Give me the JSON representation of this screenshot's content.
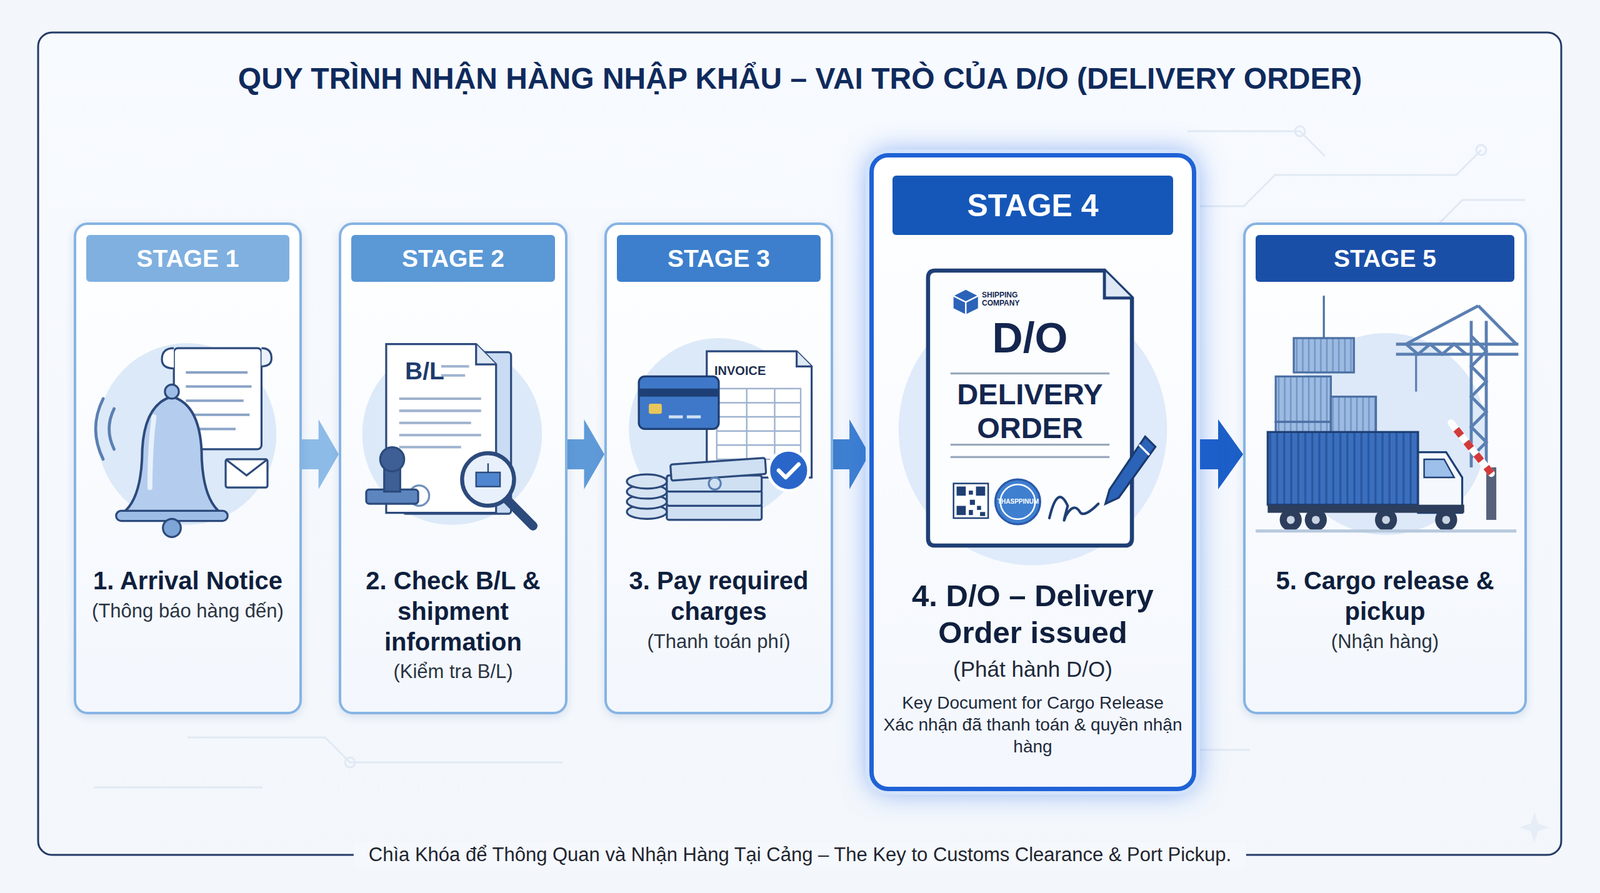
{
  "diagram": {
    "title": "QUY TRÌNH NHẬN HÀNG NHẬP KHẨU – VAI TRÒ CỦA D/O (DELIVERY ORDER)",
    "caption": "Chìa Khóa để Thông Quan và Nhận Hàng Tại Cảng – The Key to Customs Clearance & Port Pickup.",
    "nodes": [
      {
        "text": [
          "1. Arrival Notice",
          "(Thông báo hàng đến)"
        ]
      },
      {
        "text": [
          "STAGE 1"
        ],
        "in": 0
      },
      {
        "text": [
          "2. Check B/L & shipment information",
          "(Kiểm tra B/L)"
        ]
      },
      {
        "text": [
          "STAGE 2"
        ],
        "in": 2
      },
      {
        "text": [
          "3. Pay required charges",
          "(Thanh toán phí)"
        ]
      },
      {
        "text": [
          "STAGE 3"
        ],
        "in": 4
      },
      {
        "text": [
          "4. D/O – Delivery Order issued",
          "(Phát hành D/O)",
          "Key Document for Cargo Release",
          "Xác nhận đã thanh toán & quyền nhận hàng"
        ]
      },
      {
        "text": [
          "STAGE 4"
        ],
        "in": 6
      },
      {
        "text": [
          "SHIPPING COMPANY",
          "D/O",
          "DELIVERY ORDER"
        ],
        "in": 6
      },
      {
        "text": [
          "5. Cargo release & pickup",
          "(Nhận hàng)"
        ]
      },
      {
        "text": [
          "STAGE 5"
        ],
        "in": 9
      }
    ],
    "edges": [
      {
        "from": 0,
        "to": 2,
        "arrow": "to"
      },
      {
        "from": 2,
        "to": 4,
        "arrow": "to"
      },
      {
        "from": 4,
        "to": 6,
        "arrow": "to"
      },
      {
        "from": 6,
        "to": 9,
        "arrow": "to"
      }
    ],
    "labels": [
      "B/L",
      "INVOICE",
      "THASPPINUM"
    ]
  }
}
